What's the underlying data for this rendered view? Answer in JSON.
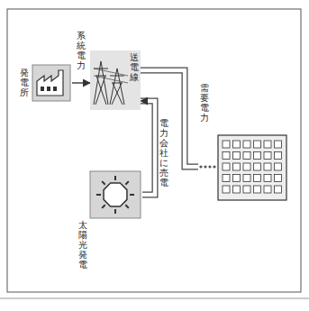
{
  "diagram": {
    "nodes": [
      {
        "text": [
          "発電所"
        ]
      },
      {
        "text": [
          "送電線"
        ]
      },
      {
        "text": [
          "太陽光発電"
        ]
      },
      {
        "text": [
          "需要電力"
        ]
      }
    ],
    "edges": [
      {
        "from": 0,
        "to": 1,
        "arrow": "to",
        "label": "系統電力"
      },
      {
        "from": 2,
        "to": 1,
        "arrow": "to",
        "label": "電力会社に売電"
      },
      {
        "from": 1,
        "to": 3,
        "arrow": "none"
      }
    ]
  }
}
